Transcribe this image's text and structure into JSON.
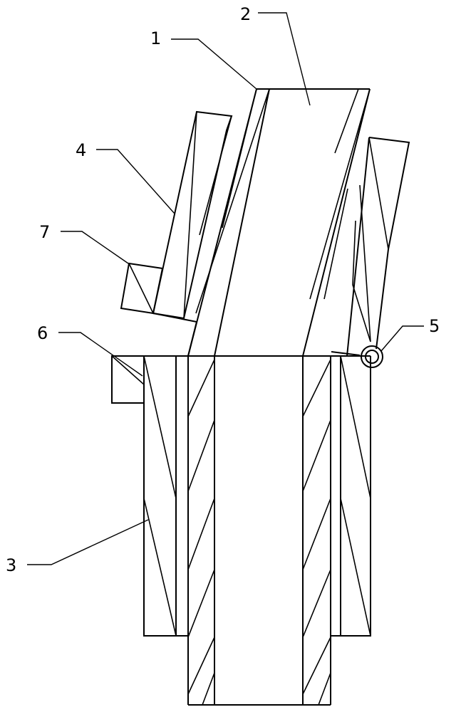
{
  "figure": {
    "background_color": "#ffffff",
    "line_color": "#000000",
    "labels": {
      "part_1": "1",
      "part_2": "2",
      "part_3": "3",
      "part_4": "4",
      "part_5": "5",
      "part_6": "6",
      "part_7": "7"
    }
  }
}
